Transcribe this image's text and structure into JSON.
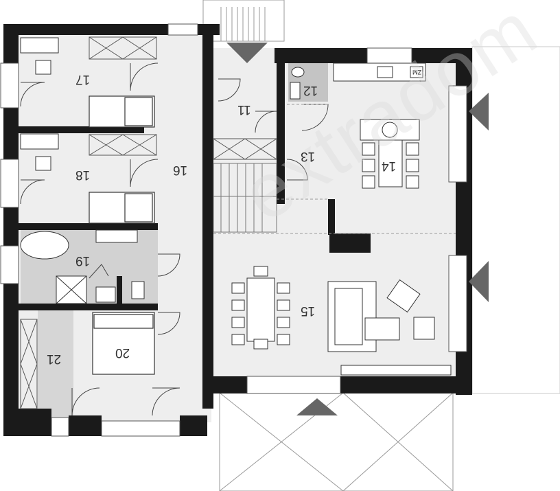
{
  "plan": {
    "rooms": [
      {
        "id": "11",
        "label": "11"
      },
      {
        "id": "12",
        "label": "12"
      },
      {
        "id": "13",
        "label": "13"
      },
      {
        "id": "14",
        "label": "14"
      },
      {
        "id": "15",
        "label": "15"
      },
      {
        "id": "16",
        "label": "16"
      },
      {
        "id": "17",
        "label": "17"
      },
      {
        "id": "18",
        "label": "18"
      },
      {
        "id": "19",
        "label": "19"
      },
      {
        "id": "20",
        "label": "20"
      },
      {
        "id": "21",
        "label": "21"
      }
    ],
    "appliance_label": "ZM",
    "watermark": "extradom"
  },
  "colors": {
    "wall": "#1a1a1a",
    "floor": "#eeeeee",
    "bathroom": "#d2d2d2",
    "wc": "#c4c4c4",
    "line": "#555555",
    "arrow": "#666666"
  }
}
